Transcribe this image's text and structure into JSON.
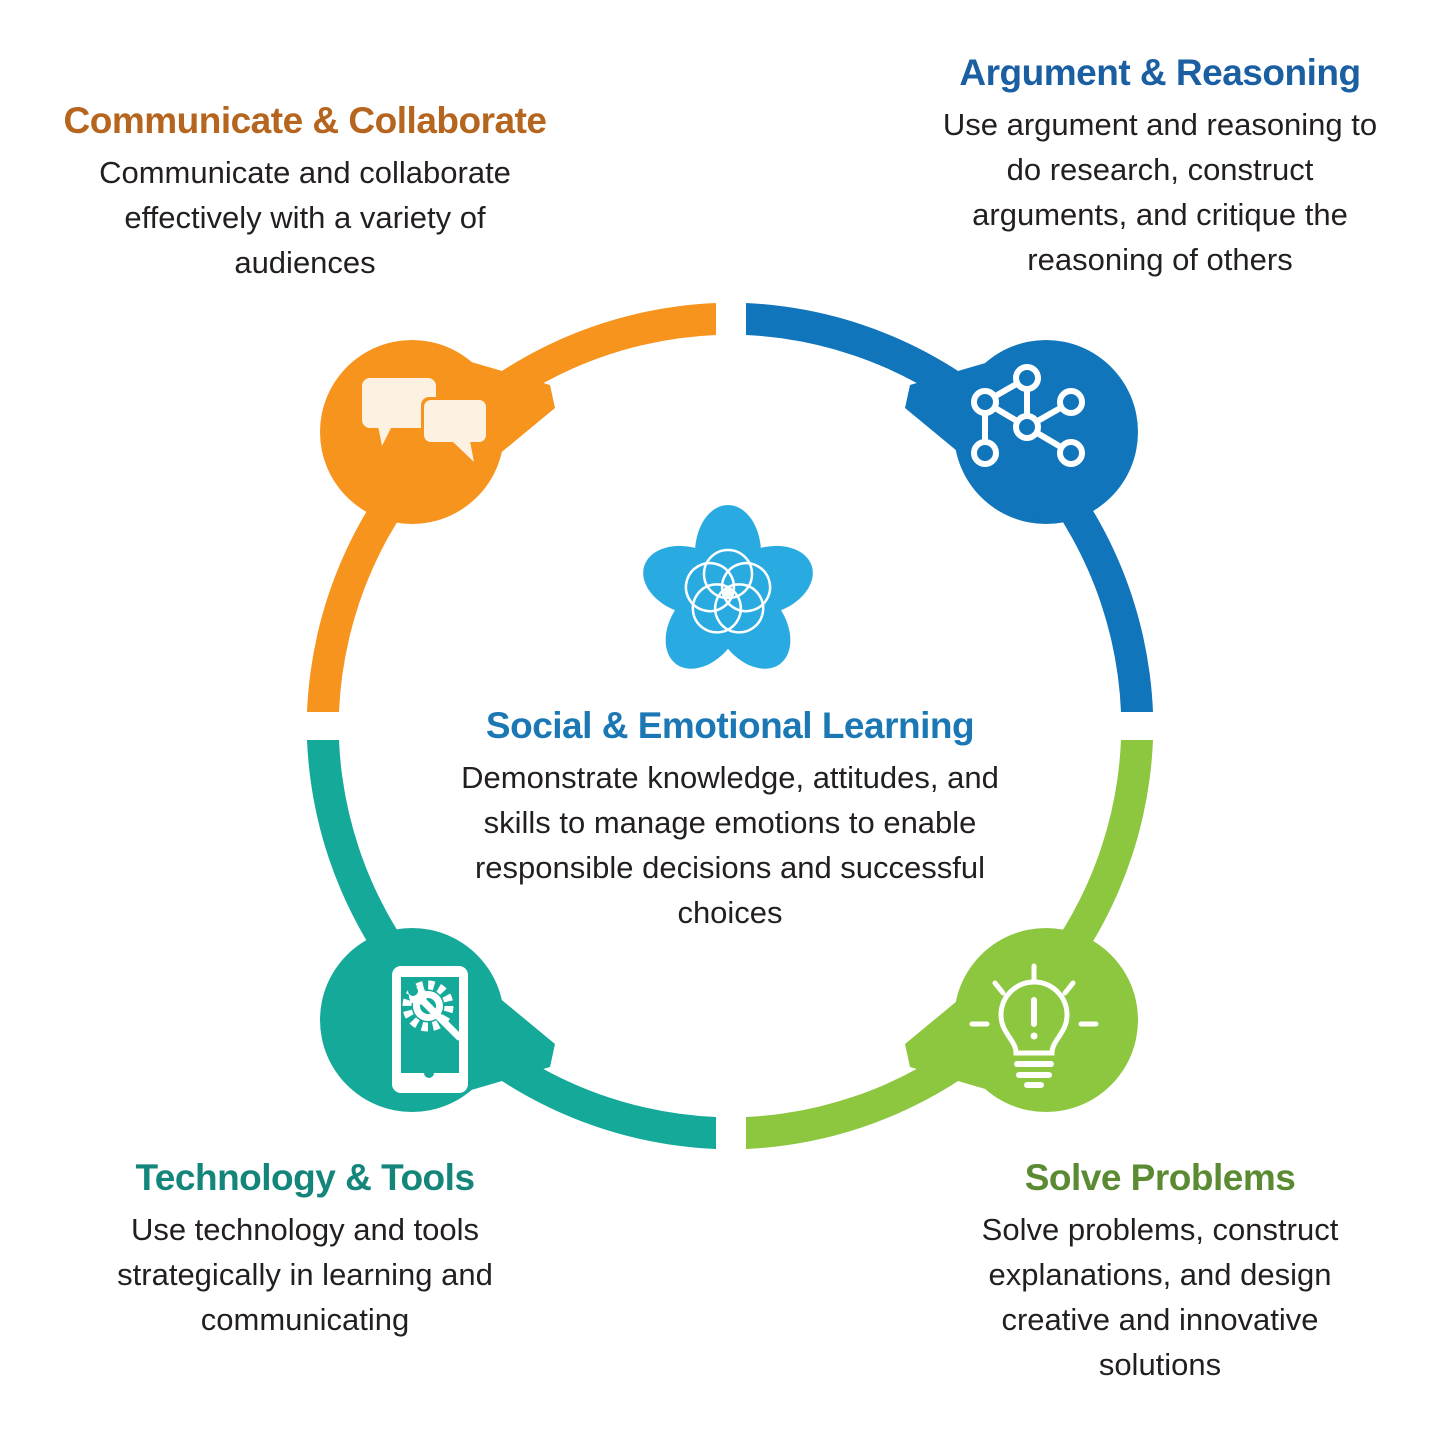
{
  "colors": {
    "orange": "#f7941d",
    "blue": "#1175bc",
    "teal": "#15a99a",
    "green": "#8dc63f",
    "flower": "#29abe2",
    "heading_orange": "#b5651d",
    "heading_blue": "#1b5fa3",
    "heading_teal": "#13857a",
    "heading_green": "#5a8a32",
    "heading_center": "#1b78b5"
  },
  "center": {
    "title": "Social & Emotional Learning",
    "description": "Demonstrate knowledge, attitudes, and skills to manage emotions to enable responsible decisions and successful choices",
    "icon": "flower-icon"
  },
  "quadrants": {
    "top_left": {
      "title": "Communicate & Collaborate",
      "description": "Communicate and collaborate effectively with a variety of audiences",
      "icon": "speech-bubbles-icon"
    },
    "top_right": {
      "title": "Argument & Reasoning",
      "description": "Use argument and reasoning to do research, construct arguments, and critique the reasoning of others",
      "icon": "network-nodes-icon"
    },
    "bottom_left": {
      "title": "Technology & Tools",
      "description": "Use technology and tools strategically in learning and communicating",
      "icon": "phone-gear-wrench-icon"
    },
    "bottom_right": {
      "title": "Solve Problems",
      "description": "Solve problems, construct explanations, and design creative and innovative solutions",
      "icon": "lightbulb-icon"
    }
  }
}
